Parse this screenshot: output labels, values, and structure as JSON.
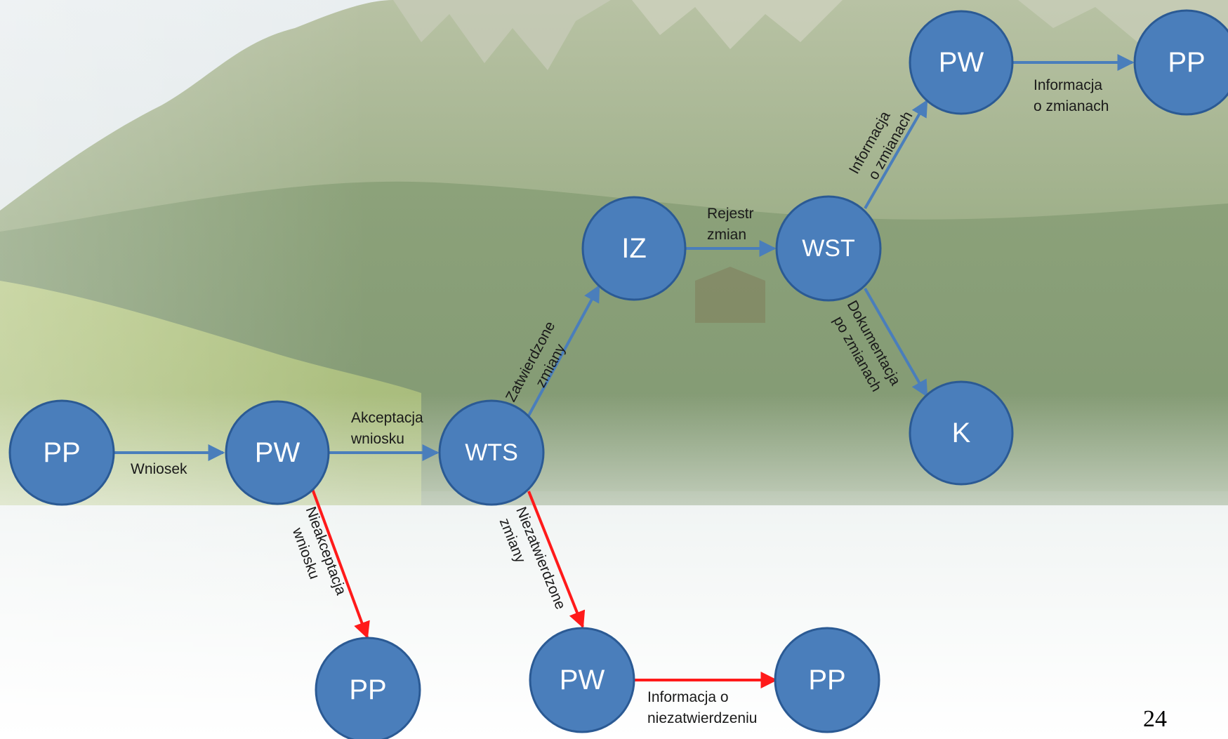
{
  "colors": {
    "node_fill": "#4a7ebb",
    "node_stroke": "#2b5a94",
    "accept_edge": "#4a7ebb",
    "reject_edge": "#ff1a1a",
    "label_text": "#1a1a1a"
  },
  "nodes": {
    "pp_start": "PP",
    "pw_main": "PW",
    "wts": "WTS",
    "iz": "IZ",
    "wst": "WST",
    "pw_top": "PW",
    "pp_top": "PP",
    "k": "K",
    "pp_reject": "PP",
    "pw_reject": "PW",
    "pp_final": "PP"
  },
  "edges": {
    "wniosek": [
      "Wniosek"
    ],
    "akceptacja": [
      "Akceptacja",
      "wniosku"
    ],
    "zatwierdzone": [
      "Zatwierdzone",
      "zmiany"
    ],
    "rejestr": [
      "Rejestr",
      "zmian"
    ],
    "informacja_wst": [
      "Informacja",
      "o zmianach"
    ],
    "informacja_top": [
      "Informacja",
      "o zmianach"
    ],
    "dokumentacja": [
      "Dokumentacja",
      "po zmianach"
    ],
    "nieakceptacja": [
      "Nieakceptacja",
      "wniosku"
    ],
    "niezatwierdzone": [
      "Niezatwierdzone",
      "zmiany"
    ],
    "informacja_niezatw": [
      "Informacja o",
      "niezatwierdzeniu"
    ]
  },
  "page_number": "24"
}
